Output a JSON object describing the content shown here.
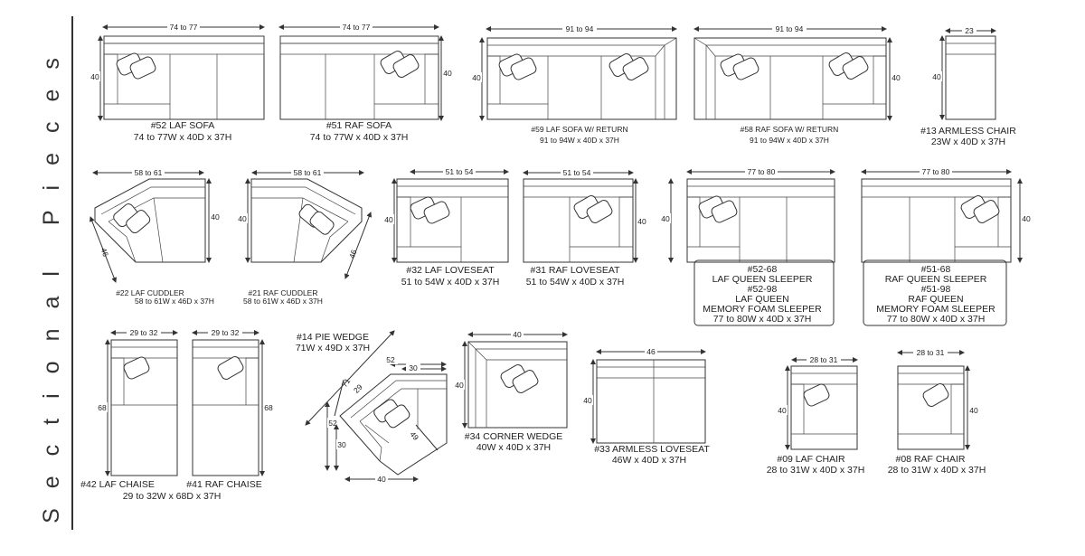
{
  "side_title": "Sectional Pieces",
  "pieces": [
    {
      "id": "laf-sofa",
      "name": "#52 LAF SOFA",
      "size": "74 to 77W x 40D x 37H",
      "width_dim": "74 to 77",
      "depth_dim": "40"
    },
    {
      "id": "raf-sofa",
      "name": "#51 RAF SOFA",
      "size": "74 to 77W x 40D x 37H",
      "width_dim": "74 to 77",
      "depth_dim": "40"
    },
    {
      "id": "laf-sofa-return",
      "name": "#59 LAF SOFA W/ RETURN",
      "size": "91 to 94W x 40D x 37H",
      "width_dim": "91 to 94",
      "depth_dim": "40"
    },
    {
      "id": "raf-sofa-return",
      "name": "#58 RAF SOFA W/ RETURN",
      "size": "91 to 94W x 40D x 37H",
      "width_dim": "91 to 94",
      "depth_dim": "40"
    },
    {
      "id": "armless-chair",
      "name": "#13 ARMLESS CHAIR",
      "size": "23W x 40D x 37H",
      "width_dim": "23",
      "depth_dim": "40"
    },
    {
      "id": "laf-cuddler",
      "name": "#22 LAF CUDDLER",
      "size": "58 to 61W x 46D x 37H",
      "width_dim": "58 to 61",
      "depth_dim": "40",
      "diag_dim": "46"
    },
    {
      "id": "raf-cuddler",
      "name": "#21 RAF CUDDLER",
      "size": "58 to 61W x 46D x 37H",
      "width_dim": "58 to 61",
      "depth_dim": "40",
      "diag_dim": "46"
    },
    {
      "id": "laf-loveseat",
      "name": "#32 LAF LOVESEAT",
      "size": "51 to 54W x 40D x 37H",
      "width_dim": "51 to 54",
      "depth_dim": "40"
    },
    {
      "id": "raf-loveseat",
      "name": "#31 RAF LOVESEAT",
      "size": "51 to 54W x 40D x 37H",
      "width_dim": "51 to 54",
      "depth_dim": "40"
    },
    {
      "id": "laf-queen-sleeper",
      "lines": [
        "#52-68",
        "LAF QUEEN SLEEPER",
        "#52-98",
        "LAF QUEEN",
        "MEMORY FOAM SLEEPER",
        "77 to 80W x 40D x 37H"
      ],
      "width_dim": "77 to 80",
      "depth_dim": "40"
    },
    {
      "id": "raf-queen-sleeper",
      "lines": [
        "#51-68",
        "RAF QUEEN SLEEPER",
        "#51-98",
        "RAF QUEEN",
        "MEMORY FOAM SLEEPER",
        "77 to 80W x 40D x 37H"
      ],
      "width_dim": "77 to 80",
      "depth_dim": "40"
    },
    {
      "id": "laf-chaise",
      "name": "#42 LAF CHAISE",
      "width_dim": "29 to 32",
      "depth_dim": "68"
    },
    {
      "id": "raf-chaise",
      "name": "#41 RAF CHAISE",
      "width_dim": "29 to 32",
      "depth_dim": "68"
    },
    {
      "id": "chaise-size",
      "size": "29 to 32W x 68D x 37H"
    },
    {
      "id": "pie-wedge",
      "name": "#14 PIE WEDGE",
      "size": "71W x 49D x 37H",
      "dims": {
        "d71": "71",
        "d52": "52",
        "d30a": "30",
        "d29": "29",
        "d52b": "52",
        "d30b": "30",
        "d49": "49",
        "d40": "40"
      }
    },
    {
      "id": "corner-wedge",
      "name": "#34 CORNER WEDGE",
      "size": "40W x 40D x 37H",
      "width_dim": "40",
      "depth_dim": "40"
    },
    {
      "id": "armless-loveseat",
      "name": "#33 ARMLESS LOVESEAT",
      "size": "46W x 40D x 37H",
      "width_dim": "46",
      "depth_dim": "40"
    },
    {
      "id": "laf-chair",
      "name": "#09 LAF CHAIR",
      "size": "28 to 31W x 40D x 37H",
      "width_dim": "28 to 31",
      "depth_dim": "40"
    },
    {
      "id": "raf-chair",
      "name": "#08 RAF CHAIR",
      "size": "28 to 31W x 40D x 37H",
      "width_dim": "28 to 31",
      "depth_dim": "40"
    }
  ]
}
